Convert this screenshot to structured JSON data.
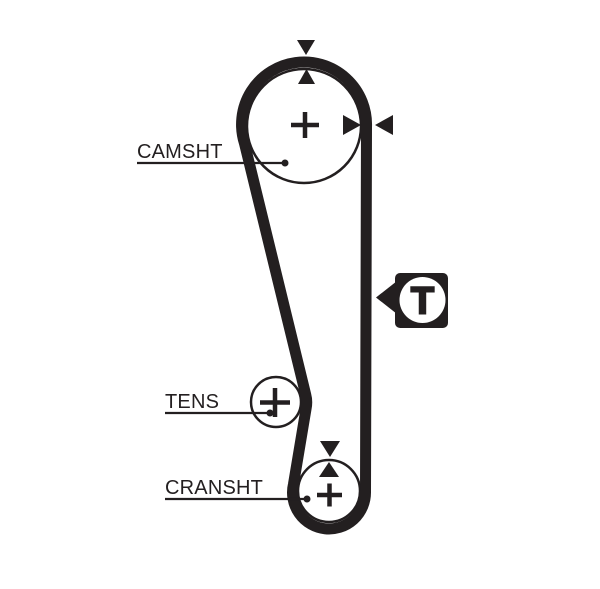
{
  "colors": {
    "ink": "#231f20",
    "background": "#ffffff"
  },
  "labels": {
    "camshaft": "CAMSHT",
    "tensioner": "TENS",
    "crankshaft": "CRANSHT"
  },
  "timing_badge": {
    "letter": "T"
  },
  "icons": {
    "camshaft_outer_mark": "arrow-down-icon",
    "camshaft_inner_mark": "arrow-up-icon",
    "belt_mark_left": "arrow-right-icon",
    "belt_mark_right": "arrow-left-icon",
    "crankshaft_outer_mark": "arrow-down-icon",
    "crankshaft_inner_mark": "arrow-up-icon",
    "badge_pointer": "arrow-left-icon"
  }
}
